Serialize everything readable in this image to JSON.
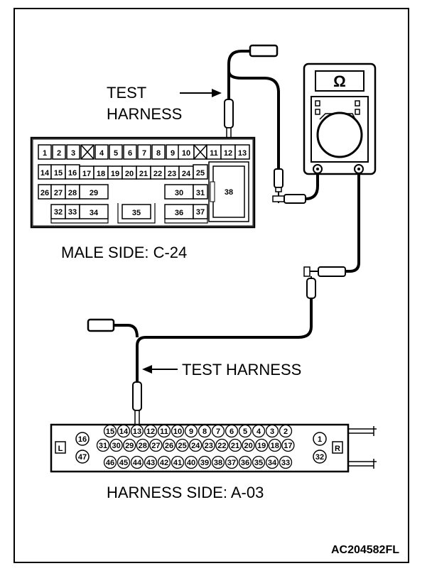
{
  "labels": {
    "test_harness_top_line1": "TEST",
    "test_harness_top_line2": "HARNESS",
    "male_side": "MALE SIDE: C-24",
    "test_harness_bottom": "TEST HARNESS",
    "harness_side": "HARNESS SIDE: A-03",
    "figure_code": "AC204582FL",
    "meter_symbol": "Ω"
  },
  "connector_c24": {
    "row1": [
      "1",
      "2",
      "3",
      "",
      "4",
      "5",
      "6",
      "7",
      "8",
      "9",
      "10",
      "",
      "11",
      "12",
      "13"
    ],
    "row2": [
      "14",
      "15",
      "16",
      "17",
      "18",
      "19",
      "20",
      "21",
      "22",
      "23",
      "24",
      "25"
    ],
    "row3": [
      "26",
      "27",
      "28",
      "29",
      "30",
      "31",
      "38"
    ],
    "row4": [
      "32",
      "33",
      "34",
      "35",
      "36",
      "37"
    ]
  },
  "connector_a03": {
    "left_marker": "L",
    "right_marker": "R",
    "left_pins": [
      "16",
      "47"
    ],
    "right_pins": [
      "1",
      "32"
    ],
    "row1": [
      "15",
      "14",
      "13",
      "12",
      "11",
      "10",
      "9",
      "8",
      "7",
      "6",
      "5",
      "4",
      "3",
      "2"
    ],
    "row2": [
      "31",
      "30",
      "29",
      "28",
      "27",
      "26",
      "25",
      "24",
      "23",
      "22",
      "21",
      "20",
      "19",
      "18",
      "17"
    ],
    "row3": [
      "46",
      "45",
      "44",
      "43",
      "42",
      "41",
      "40",
      "39",
      "38",
      "37",
      "36",
      "35",
      "34",
      "33"
    ]
  }
}
